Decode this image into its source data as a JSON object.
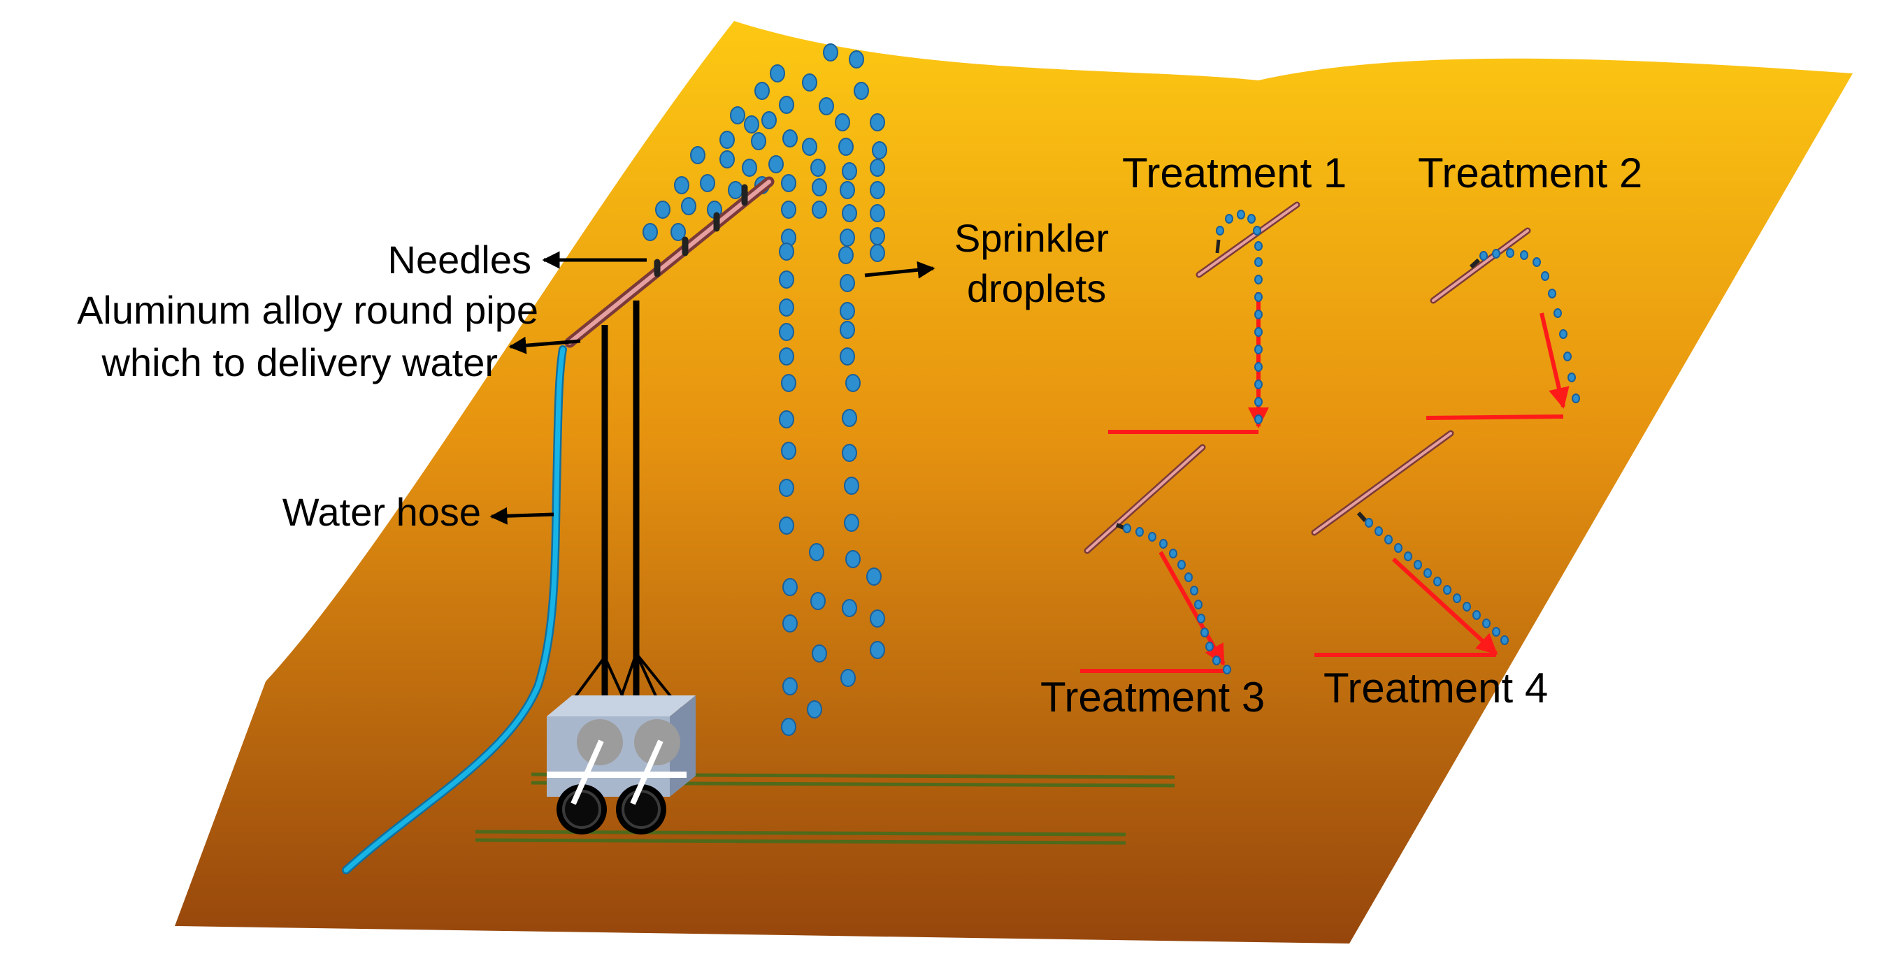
{
  "labels": {
    "needles": "Needles",
    "pipe_line1": "Aluminum alloy round pipe",
    "pipe_line2": "which to delivery water",
    "water_hose": "Water hose",
    "sprinkler_line1": "Sprinkler",
    "sprinkler_line2": "droplets",
    "treatment1": "Treatment 1",
    "treatment2": "Treatment 2",
    "treatment3": "Treatment 3",
    "treatment4": "Treatment 4"
  },
  "colors": {
    "ground_top": "#fdc812",
    "ground_mid": "#e69310",
    "ground_bottom": "#96460c",
    "droplet": "#2d8fd0",
    "droplet_edge": "#1a5f9a",
    "pipe": "#c46a6a",
    "hose": "#19b4e6",
    "arrow_red": "#ff1a1a",
    "rail": "#4f6a1a",
    "cart": "#a9b7cc"
  }
}
